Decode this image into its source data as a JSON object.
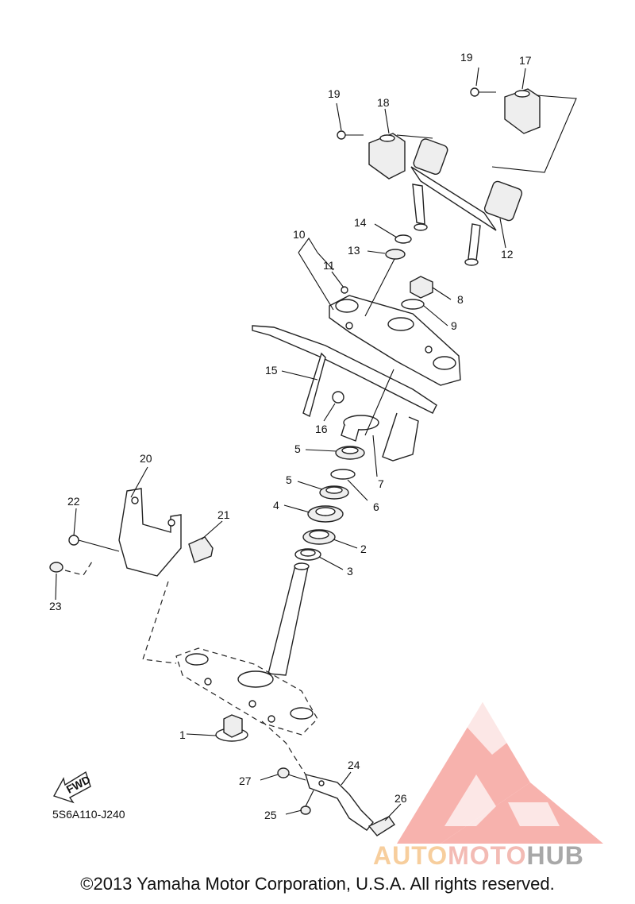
{
  "diagram": {
    "ref_code": "5S6A110-J240",
    "fwd_label": "FWD",
    "copyright": "©2013 Yamaha Motor Corporation, U.S.A. All rights reserved.",
    "callouts": [
      "1",
      "2",
      "3",
      "4",
      "5",
      "5",
      "6",
      "7",
      "8",
      "9",
      "10",
      "11",
      "12",
      "13",
      "14",
      "15",
      "16",
      "17",
      "18",
      "19",
      "19",
      "20",
      "21",
      "22",
      "23",
      "24",
      "25",
      "26",
      "27"
    ]
  },
  "watermark": {
    "part1": "AUTO",
    "part2": "MOTO",
    "part3": "HUB",
    "logo_color": "#f59a94"
  }
}
